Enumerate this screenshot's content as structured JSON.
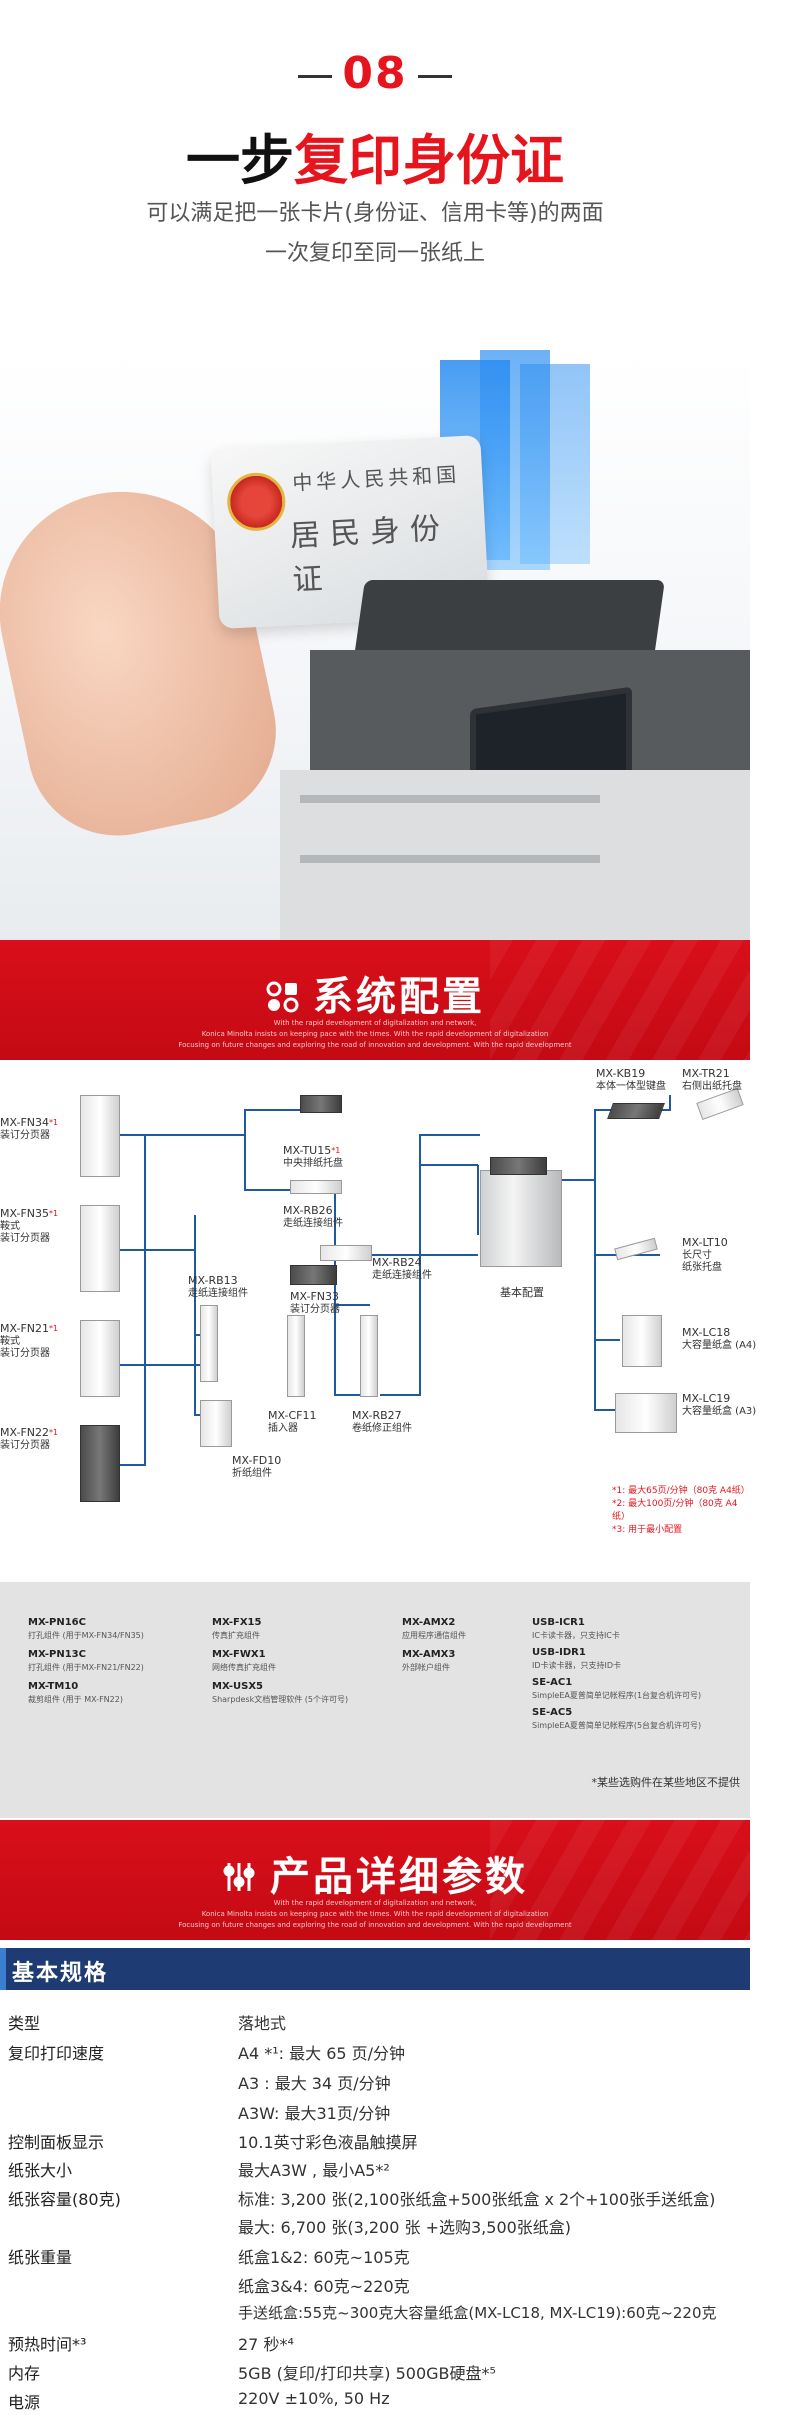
{
  "section": {
    "number": "08",
    "title_black": "一步",
    "title_red": "复印身份证",
    "desc_line1": "可以满足把一张卡片(身份证、信用卡等)的两面",
    "desc_line2": "一次复印至同一张纸上"
  },
  "hero": {
    "card_line1": "中华人民共和国",
    "card_line2": "居民身份证"
  },
  "band1": {
    "title": "系统配置",
    "sub_line1": "With the rapid development of digitalization and network,",
    "sub_line2": "Konica Minolta insists on keeping pace with the times. With the rapid development of digitalization",
    "sub_line3": "Focusing on future changes and exploring the road of innovation and development. With the rapid development"
  },
  "diagram": {
    "fn34": {
      "code": "MX-FN34",
      "sup": "*1",
      "desc": "装订分页器"
    },
    "fn35": {
      "code": "MX-FN35",
      "sup": "*1",
      "desc1": "鞍式",
      "desc2": "装订分页器"
    },
    "fn21": {
      "code": "MX-FN21",
      "sup": "*1",
      "desc1": "鞍式",
      "desc2": "装订分页器"
    },
    "fn22": {
      "code": "MX-FN22",
      "sup": "*1",
      "desc": "装订分页器"
    },
    "tu15": {
      "code": "MX-TU15",
      "sup": "*1",
      "desc": "中央排纸托盘"
    },
    "rb26": {
      "code": "MX-RB26",
      "desc": "走纸连接组件"
    },
    "rb24": {
      "code": "MX-RB24",
      "desc": "走纸连接组件"
    },
    "fn33": {
      "code": "MX-FN33",
      "desc": "装订分页器"
    },
    "rb13": {
      "code": "MX-RB13",
      "desc": "走纸连接组件"
    },
    "cf11": {
      "code": "MX-CF11",
      "desc": "插入器"
    },
    "rb27": {
      "code": "MX-RB27",
      "desc": "卷纸修正组件"
    },
    "fd10": {
      "code": "MX-FD10",
      "desc": "折纸组件"
    },
    "kb19": {
      "code": "MX-KB19",
      "desc": "本体一体型键盘"
    },
    "tr21": {
      "code": "MX-TR21",
      "desc": "右侧出纸托盘"
    },
    "lt10": {
      "code": "MX-LT10",
      "desc1": "长尺寸",
      "desc2": "纸张托盘"
    },
    "lc18": {
      "code": "MX-LC18",
      "desc": "大容量纸盒 (A4)"
    },
    "lc19": {
      "code": "MX-LC19",
      "desc": "大容量纸盒 (A3)"
    },
    "base": "基本配置",
    "note1": "*1: 最大65页/分钟（80克 A4纸）",
    "note2": "*2: 最大100页/分钟（80克 A4纸）",
    "note3": "*3: 用于最小配置"
  },
  "accessories": {
    "items": [
      {
        "code": "MX-PN16C",
        "desc": "打孔组件 (用于MX-FN34/FN35)"
      },
      {
        "code": "MX-PN13C",
        "desc": "打孔组件 (用于MX-FN21/FN22)"
      },
      {
        "code": "MX-TM10",
        "desc": "裁剪组件 (用于 MX-FN22)"
      },
      {
        "code": "MX-FX15",
        "desc": "传真扩充组件"
      },
      {
        "code": "MX-FWX1",
        "desc": "网络传真扩充组件"
      },
      {
        "code": "MX-USX5",
        "desc": "Sharpdesk文档管理软件 (5个许可号)"
      },
      {
        "code": "MX-AMX2",
        "desc": "应用程序通信组件"
      },
      {
        "code": "MX-AMX3",
        "desc": "外部帐户组件"
      },
      {
        "code": "USB-ICR1",
        "desc": "IC卡读卡器，只支持IC卡"
      },
      {
        "code": "USB-IDR1",
        "desc": "ID卡读卡器，只支持ID卡"
      },
      {
        "code": "SE-AC1",
        "desc": "SimpleEA夏普简单记帐程序(1台复合机许可号)"
      },
      {
        "code": "SE-AC5",
        "desc": "SimpleEA夏普简单记帐程序(5台复合机许可号)"
      }
    ],
    "note": "*某些选购件在某些地区不提供"
  },
  "band2": {
    "title": "产品详细参数",
    "sub_line1": "With the rapid development of digitalization and network,",
    "sub_line2": "Konica Minolta insists on keeping pace with the times. With the rapid development of digitalization",
    "sub_line3": "Focusing on future changes and exploring the road of innovation and development. With the rapid development"
  },
  "spec": {
    "header": "基本规格",
    "rows": [
      {
        "label": "类型",
        "values": [
          "落地式"
        ]
      },
      {
        "label": "复印打印速度",
        "values": [
          "A4 *¹: 最大 65 页/分钟",
          "A3 : 最大 34 页/分钟",
          "A3W: 最大31页/分钟"
        ]
      },
      {
        "label": "控制面板显示",
        "values": [
          "10.1英寸彩色液晶触摸屏"
        ]
      },
      {
        "label": "纸张大小",
        "values": [
          "最大A3W , 最小A5*²"
        ]
      },
      {
        "label": "纸张容量(80克)",
        "values": [
          "标准: 3,200 张(2,100张纸盒+500张纸盒 x 2个+100张手送纸盒)",
          "最大: 6,700 张(3,200 张 +选购3,500张纸盒)"
        ]
      },
      {
        "label": "纸张重量",
        "values": [
          "纸盒1&2: 60克~105克",
          "纸盒3&4: 60克~220克",
          "手送纸盒:55克~300克大容量纸盒(MX-LC18, MX-LC19):60克~220克"
        ]
      },
      {
        "label": "预热时间*³",
        "values": [
          "27 秒*⁴"
        ]
      },
      {
        "label": "内存",
        "values": [
          "5GB (复印/打印共享) 500GB硬盘*⁵"
        ]
      },
      {
        "label": "电源",
        "values": [
          "220V ±10%, 50 Hz"
        ]
      }
    ]
  }
}
